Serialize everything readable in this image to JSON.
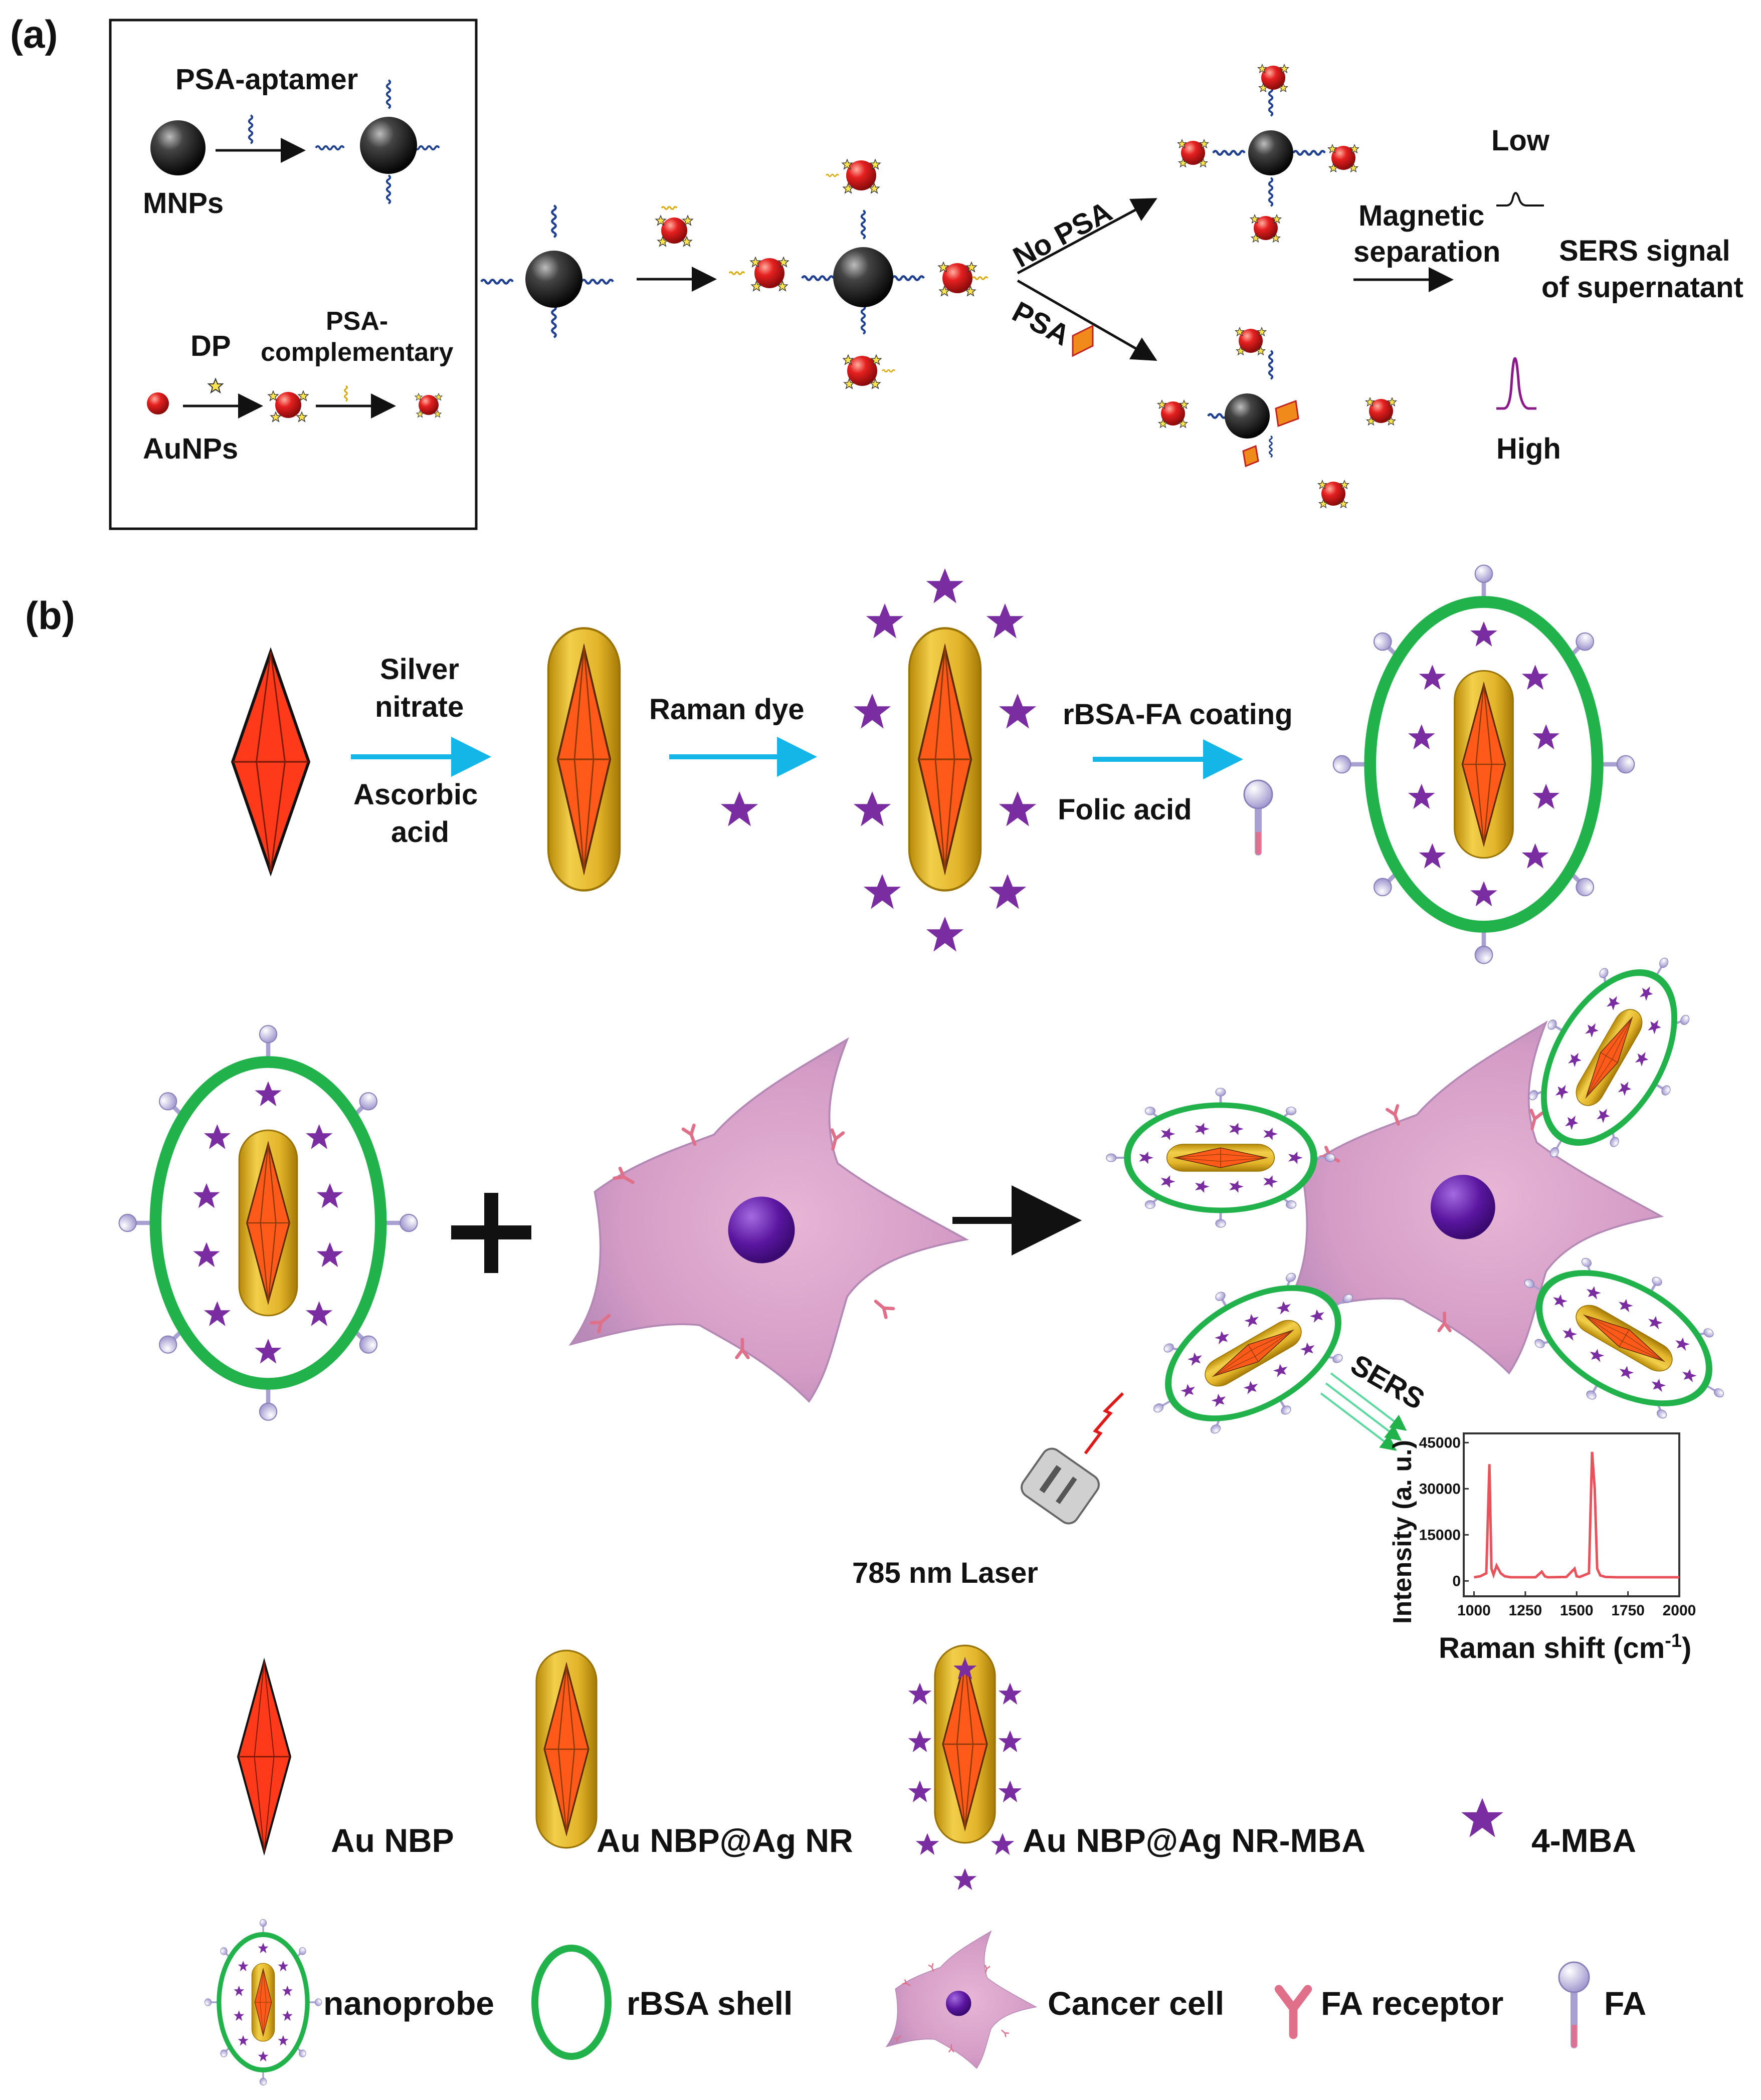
{
  "panel_a": {
    "label": "(a)",
    "psa_aptamer": "PSA-aptamer",
    "mnps": "MNPs",
    "dp": "DP",
    "psa_complementary_1": "PSA-",
    "psa_complementary_2": "complementary",
    "aunps": "AuNPs",
    "no_psa": "No PSA",
    "psa": "PSA",
    "magnetic_1": "Magnetic",
    "magnetic_2": "separation",
    "sers_1": "SERS signal",
    "sers_2": "of supernatant",
    "low": "Low",
    "high": "High"
  },
  "panel_b": {
    "label": "(b)",
    "silver_1": "Silver",
    "silver_2": "nitrate",
    "ascorbic_1": "Ascorbic",
    "ascorbic_2": "acid",
    "raman_dye": "Raman dye",
    "rbsa_coating": "rBSA-FA coating",
    "folic_acid": "Folic acid",
    "laser": "785 nm Laser",
    "sers": "SERS",
    "plus": "+"
  },
  "spectrum": {
    "ylabel": "Intensity (a. u.)",
    "xlabel_main": "Raman shift (cm",
    "xlabel_sup": "-1",
    "xlabel_end": ")",
    "yticks": [
      "45000",
      "30000",
      "15000",
      "0"
    ],
    "xticks": [
      "1000",
      "1250",
      "1500",
      "1750",
      "2000"
    ]
  },
  "chart_data": {
    "type": "line",
    "x": [
      1000,
      1030,
      1060,
      1075,
      1085,
      1095,
      1110,
      1130,
      1150,
      1180,
      1300,
      1330,
      1345,
      1360,
      1450,
      1490,
      1500,
      1515,
      1560,
      1575,
      1588,
      1600,
      1615,
      1640,
      1700,
      1800,
      1900,
      2000
    ],
    "y": [
      1200,
      1500,
      2500,
      38000,
      4000,
      2000,
      5000,
      2500,
      1500,
      1200,
      1200,
      3000,
      1500,
      1200,
      1300,
      4000,
      1500,
      1300,
      2500,
      42000,
      30000,
      4000,
      1800,
      1300,
      1200,
      1200,
      1200,
      1200
    ],
    "xlabel": "Raman shift (cm-1)",
    "ylabel": "Intensity (a. u.)",
    "xlim": [
      950,
      2000
    ],
    "ylim": [
      -5000,
      48000
    ],
    "color": "#e8525a"
  },
  "legend": {
    "au_nbp": "Au NBP",
    "au_nbp_ag_nr": "Au NBP@Ag NR",
    "au_nbp_ag_nr_mba": "Au NBP@Ag NR-MBA",
    "mba": "4-MBA",
    "nanoprobe": "nanoprobe",
    "rbsa_shell": "rBSA shell",
    "cancer_cell": "Cancer cell",
    "fa_receptor": "FA receptor",
    "fa": "FA"
  },
  "colors": {
    "bipyramid": "#ff3a1a",
    "silver_rod": "#d9a814",
    "star": "#7a2da0",
    "shell": "#22b24c",
    "arrow_blue": "#14b6e8",
    "mnp": "#222222",
    "aunp": "#e01818",
    "cell": "#d8a0c8",
    "nucleus": "#6a1fa8"
  }
}
